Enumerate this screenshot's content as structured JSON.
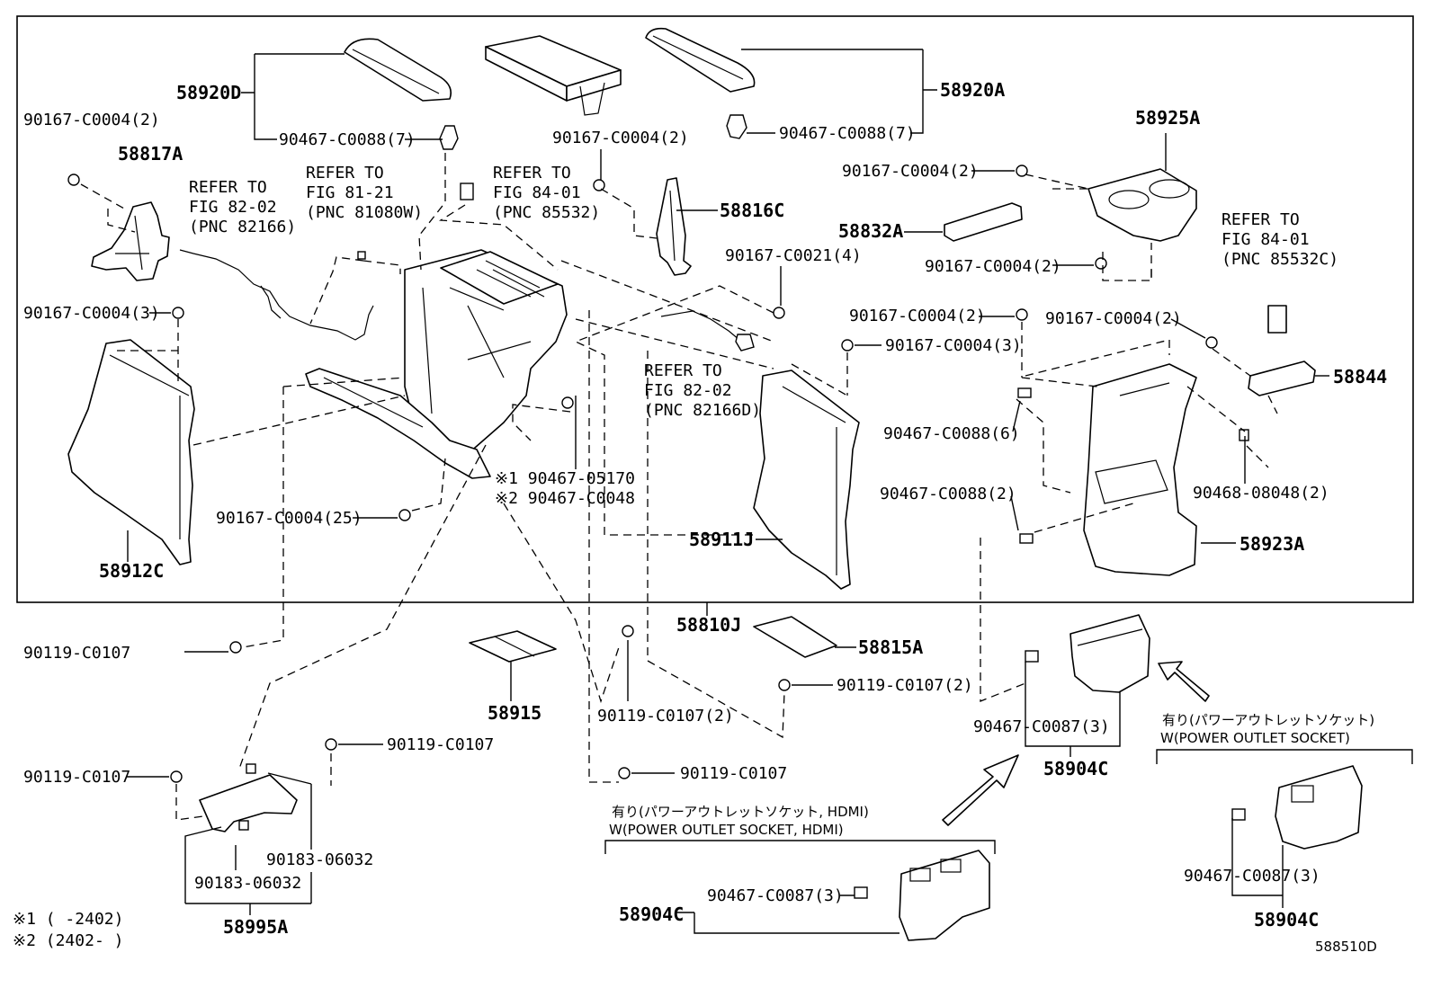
{
  "parts": {
    "p58920D": "58920D",
    "p58920A": "58920A",
    "p58925A": "58925A",
    "p58817A": "58817A",
    "p58816C": "58816C",
    "p58832A": "58832A",
    "p58844": "58844",
    "p58912C": "58912C",
    "p58911J": "58911J",
    "p58923A": "58923A",
    "p58810J": "58810J",
    "p58815A": "58815A",
    "p58915": "58915",
    "p58904C_a": "58904C",
    "p58904C_b": "58904C",
    "p58904C_c": "58904C",
    "p58995A": "58995A"
  },
  "fasteners": {
    "f01": "90167-C0004(2)",
    "f02": "90467-C0088(7)",
    "f03": "90467-C0088(7)",
    "f04": "90167-C0004(2)",
    "f05": "90167-C0004(2)",
    "f06": "90167-C0004(2)",
    "f07": "90167-C0021(4)",
    "f08": "90167-C0004(3)",
    "f09": "90167-C0004(2)",
    "f10": "90167-C0004(2)",
    "f11": "90167-C0004(3)",
    "f12": "90467-C0088(6)",
    "f13": "90467-C0088(2)",
    "f14": "90468-08048(2)",
    "f15": "※1 90467-05170",
    "f16": "※2 90467-C0048",
    "f17": "90167-C0004(25)",
    "f18": "90119-C0107",
    "f19": "90119-C0107(2)",
    "f20": "90119-C0107(2)",
    "f21": "90119-C0107",
    "f22": "90119-C0107",
    "f23": "90119-C0107",
    "f24": "90183-06032",
    "f25": "90183-06032",
    "f26": "90467-C0087(3)",
    "f27": "90467-C0087(3)",
    "f28": "90467-C0087(3)"
  },
  "refers": {
    "r1": [
      "REFER TO",
      "FIG 82-02",
      "(PNC 82166)"
    ],
    "r2": [
      "REFER TO",
      "FIG 81-21",
      "(PNC 81080W)"
    ],
    "r3": [
      "REFER TO",
      "FIG 84-01",
      "(PNC 85532)"
    ],
    "r4": [
      "REFER TO",
      "FIG 84-01",
      "(PNC 85532C)"
    ],
    "r5": [
      "REFER TO",
      "FIG 82-02",
      "(PNC 82166D)"
    ]
  },
  "variants": {
    "hdmi_jp": "有り(パワーアウトレットソケット, HDMI)",
    "hdmi_en": "W(POWER OUTLET SOCKET, HDMI)",
    "pos_jp": "有り(パワーアウトレットソケット)",
    "pos_en": "W(POWER OUTLET SOCKET)"
  },
  "footnotes": {
    "n1": "※1 (      -2402)",
    "n2": "※2 (2402-      )"
  },
  "figure_id": "588510D"
}
